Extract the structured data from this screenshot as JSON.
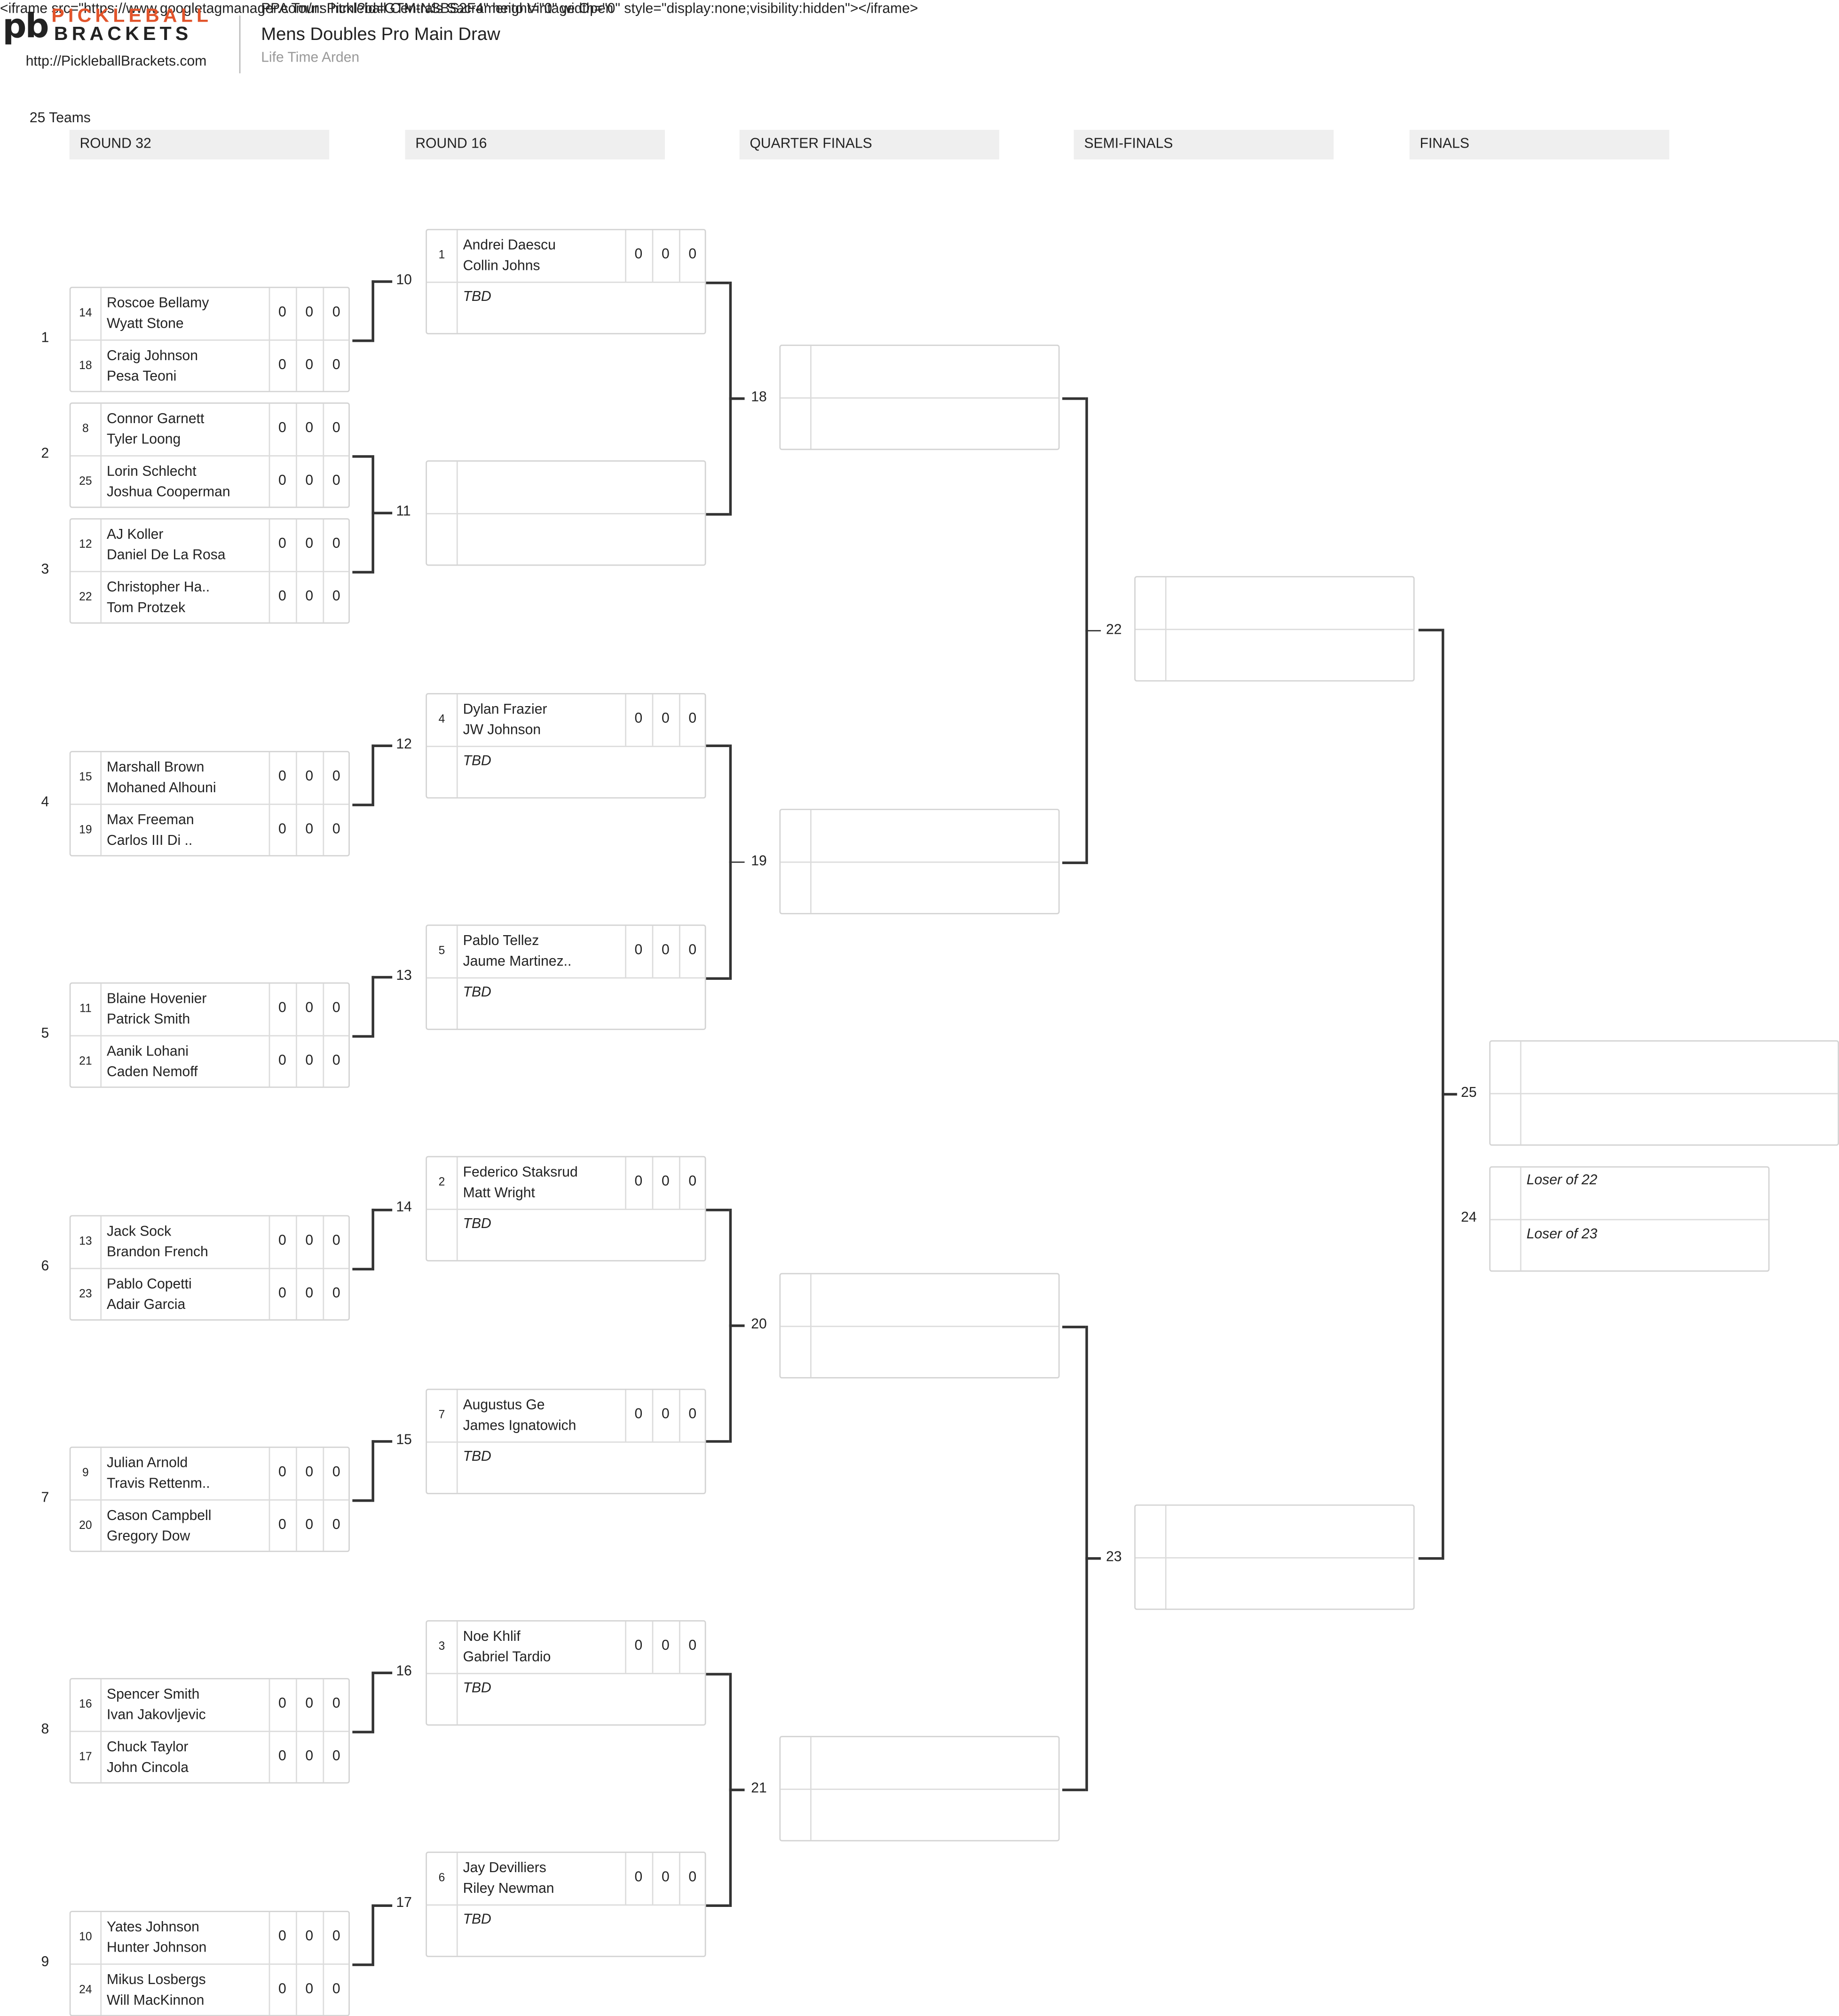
{
  "iframe_leak": "<iframe src=\"https://www.googletagmanager.com/ns.html?id=GTM-NSBS2F4\" height=\"0\" width=\"0\" style=\"display:none;visibility:hidden\"></iframe>",
  "overlap_text": "PPA Tour: Pickleball Centrals Sacramento Vintage Open",
  "logo": {
    "mark": "pb",
    "line1": "PICKLEBALL",
    "line2": "BRACKETS"
  },
  "site_url": "http://PickleballBrackets.com",
  "event_title": "Mens Doubles Pro Main Draw",
  "venue": "Life Time Arden",
  "teams_count": "25 Teams",
  "rounds": [
    "ROUND 32",
    "ROUND 16",
    "QUARTER FINALS",
    "SEMI-FINALS",
    "FINALS"
  ],
  "round32": [
    {
      "match": "1",
      "top": {
        "seed": "14",
        "p1": "Roscoe Bellamy",
        "p2": "Wyatt Stone",
        "scores": [
          "0",
          "0",
          "0"
        ]
      },
      "bottom": {
        "seed": "18",
        "p1": "Craig Johnson",
        "p2": "Pesa Teoni",
        "scores": [
          "0",
          "0",
          "0"
        ]
      }
    },
    {
      "match": "2",
      "top": {
        "seed": "8",
        "p1": "Connor Garnett",
        "p2": "Tyler Loong",
        "scores": [
          "0",
          "0",
          "0"
        ]
      },
      "bottom": {
        "seed": "25",
        "p1": "Lorin Schlecht",
        "p2": "Joshua Cooperman",
        "scores": [
          "0",
          "0",
          "0"
        ]
      }
    },
    {
      "match": "3",
      "top": {
        "seed": "12",
        "p1": "AJ Koller",
        "p2": "Daniel De La Rosa",
        "scores": [
          "0",
          "0",
          "0"
        ]
      },
      "bottom": {
        "seed": "22",
        "p1": "Christopher Ha..",
        "p2": "Tom Protzek",
        "scores": [
          "0",
          "0",
          "0"
        ]
      }
    },
    {
      "match": "4",
      "top": {
        "seed": "15",
        "p1": "Marshall Brown",
        "p2": "Mohaned Alhouni",
        "scores": [
          "0",
          "0",
          "0"
        ]
      },
      "bottom": {
        "seed": "19",
        "p1": "Max Freeman",
        "p2": "Carlos III Di ..",
        "scores": [
          "0",
          "0",
          "0"
        ]
      }
    },
    {
      "match": "5",
      "top": {
        "seed": "11",
        "p1": "Blaine Hovenier",
        "p2": "Patrick Smith",
        "scores": [
          "0",
          "0",
          "0"
        ]
      },
      "bottom": {
        "seed": "21",
        "p1": "Aanik Lohani",
        "p2": "Caden Nemoff",
        "scores": [
          "0",
          "0",
          "0"
        ]
      }
    },
    {
      "match": "6",
      "top": {
        "seed": "13",
        "p1": "Jack Sock",
        "p2": "Brandon French",
        "scores": [
          "0",
          "0",
          "0"
        ]
      },
      "bottom": {
        "seed": "23",
        "p1": "Pablo Copetti",
        "p2": "Adair Garcia",
        "scores": [
          "0",
          "0",
          "0"
        ]
      }
    },
    {
      "match": "7",
      "top": {
        "seed": "9",
        "p1": "Julian Arnold",
        "p2": "Travis Rettenm..",
        "scores": [
          "0",
          "0",
          "0"
        ]
      },
      "bottom": {
        "seed": "20",
        "p1": "Cason Campbell",
        "p2": "Gregory Dow",
        "scores": [
          "0",
          "0",
          "0"
        ]
      }
    },
    {
      "match": "8",
      "top": {
        "seed": "16",
        "p1": "Spencer Smith",
        "p2": "Ivan Jakovljevic",
        "scores": [
          "0",
          "0",
          "0"
        ]
      },
      "bottom": {
        "seed": "17",
        "p1": "Chuck Taylor",
        "p2": "John Cincola",
        "scores": [
          "0",
          "0",
          "0"
        ]
      }
    },
    {
      "match": "9",
      "top": {
        "seed": "10",
        "p1": "Yates Johnson",
        "p2": "Hunter Johnson",
        "scores": [
          "0",
          "0",
          "0"
        ]
      },
      "bottom": {
        "seed": "24",
        "p1": "Mikus Losbergs",
        "p2": "Will MacKinnon",
        "scores": [
          "0",
          "0",
          "0"
        ]
      }
    }
  ],
  "round16": [
    {
      "match": "10",
      "top": {
        "seed": "1",
        "p1": "Andrei Daescu",
        "p2": "Collin Johns",
        "scores": [
          "0",
          "0",
          "0"
        ]
      },
      "bottom": "TBD"
    },
    {
      "match": "11",
      "top": null,
      "bottom": null
    },
    {
      "match": "12",
      "top": {
        "seed": "4",
        "p1": "Dylan Frazier",
        "p2": "JW Johnson",
        "scores": [
          "0",
          "0",
          "0"
        ]
      },
      "bottom": "TBD"
    },
    {
      "match": "13",
      "top": {
        "seed": "5",
        "p1": "Pablo Tellez",
        "p2": "Jaume Martinez..",
        "scores": [
          "0",
          "0",
          "0"
        ]
      },
      "bottom": "TBD"
    },
    {
      "match": "14",
      "top": {
        "seed": "2",
        "p1": "Federico Staksrud",
        "p2": "Matt Wright",
        "scores": [
          "0",
          "0",
          "0"
        ]
      },
      "bottom": "TBD"
    },
    {
      "match": "15",
      "top": {
        "seed": "7",
        "p1": "Augustus Ge",
        "p2": "James Ignatowich",
        "scores": [
          "0",
          "0",
          "0"
        ]
      },
      "bottom": "TBD"
    },
    {
      "match": "16",
      "top": {
        "seed": "3",
        "p1": "Noe Khlif",
        "p2": "Gabriel Tardio",
        "scores": [
          "0",
          "0",
          "0"
        ]
      },
      "bottom": "TBD"
    },
    {
      "match": "17",
      "top": {
        "seed": "6",
        "p1": "Jay Devilliers",
        "p2": "Riley Newman",
        "scores": [
          "0",
          "0",
          "0"
        ]
      },
      "bottom": "TBD"
    }
  ],
  "quarter_finals": [
    {
      "match": "18"
    },
    {
      "match": "19"
    },
    {
      "match": "20"
    },
    {
      "match": "21"
    }
  ],
  "semi_finals": [
    {
      "match": "22"
    },
    {
      "match": "23"
    }
  ],
  "final": {
    "match": "25"
  },
  "third_place": {
    "match": "24",
    "top": "Loser of 22",
    "bottom": "Loser of 23"
  }
}
